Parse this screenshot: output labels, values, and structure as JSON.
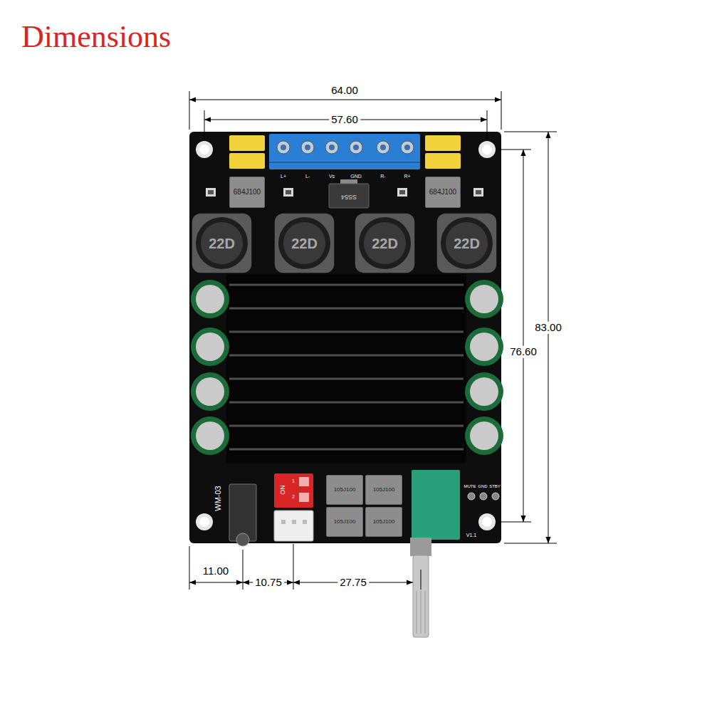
{
  "diagram": {
    "title": "Dimensions",
    "nodes": [
      {
        "text": [
          "684J100"
        ]
      },
      {
        "text": [
          "684J100"
        ]
      },
      {
        "text": [
          "22D"
        ]
      },
      {
        "text": [
          "22D"
        ]
      },
      {
        "text": [
          "22D"
        ]
      },
      {
        "text": [
          "22D"
        ]
      },
      {
        "text": [
          "105J100"
        ]
      },
      {
        "text": [
          "105J100"
        ]
      },
      {
        "text": [
          "105J100"
        ]
      },
      {
        "text": [
          "105J100"
        ]
      }
    ],
    "labels": [
      "64.00",
      "57.60",
      "83.00",
      "76.60",
      "11.00",
      "10.75",
      "27.75",
      "L+",
      "L-",
      "Vs",
      "GND",
      "R-",
      "R+",
      "SS54",
      "ON",
      "1",
      "2",
      "MUTE",
      "GND",
      "STBY",
      "WM-03",
      "V1.1"
    ]
  }
}
